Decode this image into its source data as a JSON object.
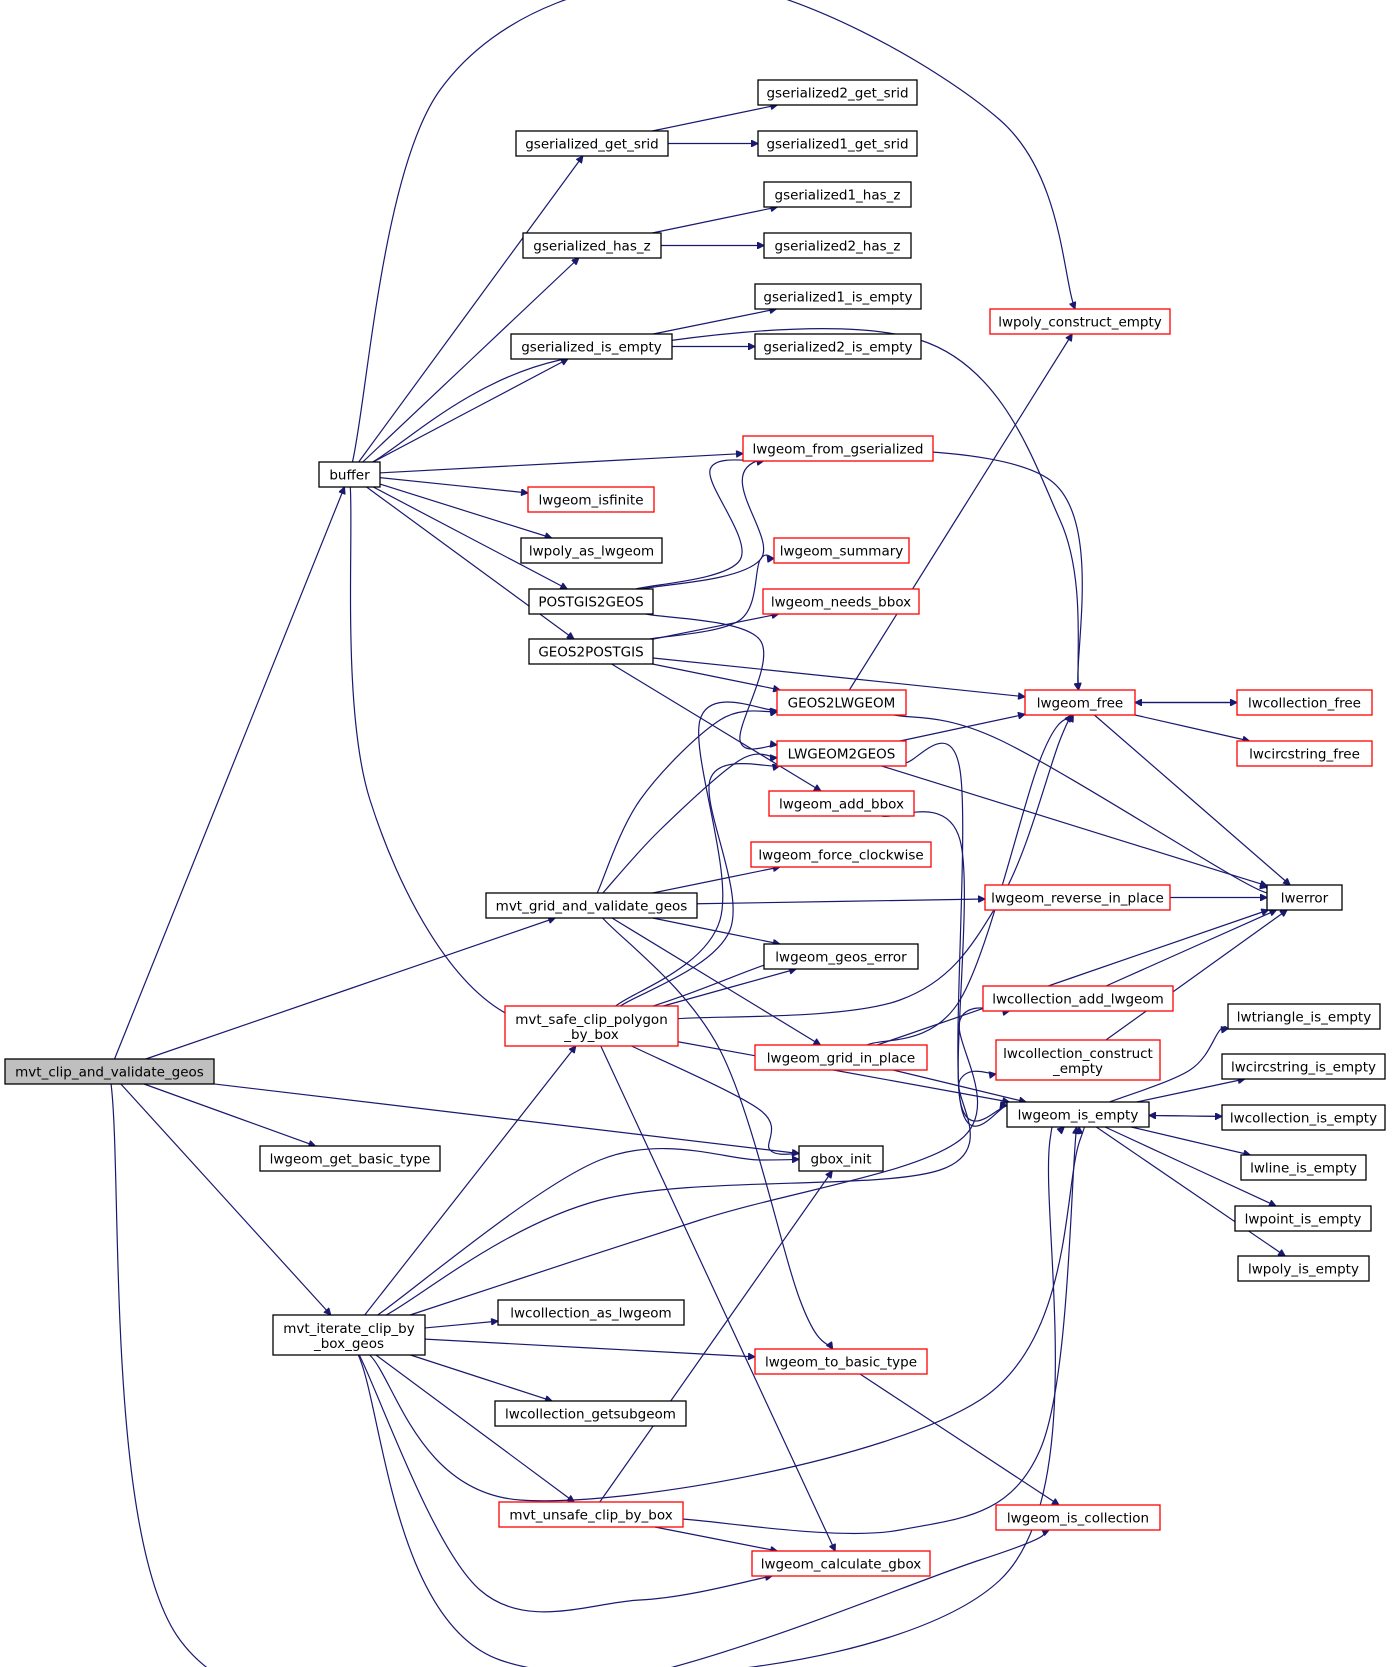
{
  "nodes": {
    "root": [
      "mvt_clip_and_validate_geos"
    ],
    "buffer": [
      "buffer"
    ],
    "mvt_grid_and_validate_geos": [
      "mvt_grid_and_validate_geos"
    ],
    "lwgeom_get_basic_type": [
      "lwgeom_get_basic_type"
    ],
    "mvt_iterate_clip_by_box_geos": [
      "mvt_iterate_clip_by",
      "_box_geos"
    ],
    "gserialized_get_srid": [
      "gserialized_get_srid"
    ],
    "gserialized_has_z": [
      "gserialized_has_z"
    ],
    "gserialized_is_empty": [
      "gserialized_is_empty"
    ],
    "lwpoly_as_lwgeom": [
      "lwpoly_as_lwgeom"
    ],
    "postgis2geos": [
      "POSTGIS2GEOS"
    ],
    "geos2postgis": [
      "GEOS2POSTGIS"
    ],
    "mvt_safe_clip_polygon_by_box": [
      "mvt_safe_clip_polygon",
      "_by_box"
    ],
    "lwcollection_as_lwgeom": [
      "lwcollection_as_lwgeom"
    ],
    "lwcollection_getsubgeom": [
      "lwcollection_getsubgeom"
    ],
    "mvt_unsafe_clip_by_box": [
      "mvt_unsafe_clip_by_box"
    ],
    "gserialized2_get_srid": [
      "gserialized2_get_srid"
    ],
    "gserialized1_get_srid": [
      "gserialized1_get_srid"
    ],
    "gserialized1_has_z": [
      "gserialized1_has_z"
    ],
    "gserialized2_has_z": [
      "gserialized2_has_z"
    ],
    "gserialized1_is_empty": [
      "gserialized1_is_empty"
    ],
    "gserialized2_is_empty": [
      "gserialized2_is_empty"
    ],
    "lwgeom_from_gserialized": [
      "lwgeom_from_gserialized"
    ],
    "lwgeom_isfinite": [
      "lwgeom_isfinite"
    ],
    "lwgeom_summary": [
      "lwgeom_summary"
    ],
    "lwgeom_needs_bbox": [
      "lwgeom_needs_bbox"
    ],
    "geos2lwgeom": [
      "GEOS2LWGEOM"
    ],
    "lwgeom2geos": [
      "LWGEOM2GEOS"
    ],
    "lwgeom_add_bbox": [
      "lwgeom_add_bbox"
    ],
    "lwgeom_force_clockwise": [
      "lwgeom_force_clockwise"
    ],
    "lwgeom_geos_error": [
      "lwgeom_geos_error"
    ],
    "lwgeom_grid_in_place": [
      "lwgeom_grid_in_place"
    ],
    "gbox_init": [
      "gbox_init"
    ],
    "lwgeom_to_basic_type": [
      "lwgeom_to_basic_type"
    ],
    "lwgeom_calculate_gbox": [
      "lwgeom_calculate_gbox"
    ],
    "lwpoly_construct_empty": [
      "lwpoly_construct_empty"
    ],
    "lwgeom_free": [
      "lwgeom_free"
    ],
    "lwgeom_reverse_in_place": [
      "lwgeom_reverse_in_place"
    ],
    "lwcollection_add_lwgeom": [
      "lwcollection_add_lwgeom"
    ],
    "lwcollection_construct_empty": [
      "lwcollection_construct",
      "_empty"
    ],
    "lwgeom_is_empty": [
      "lwgeom_is_empty"
    ],
    "lwgeom_is_collection": [
      "lwgeom_is_collection"
    ],
    "lwcollection_free": [
      "lwcollection_free"
    ],
    "lwcircstring_free": [
      "lwcircstring_free"
    ],
    "lwerror": [
      "lwerror"
    ],
    "lwtriangle_is_empty": [
      "lwtriangle_is_empty"
    ],
    "lwcircstring_is_empty": [
      "lwcircstring_is_empty"
    ],
    "lwcollection_is_empty": [
      "lwcollection_is_empty"
    ],
    "lwline_is_empty": [
      "lwline_is_empty"
    ],
    "lwpoint_is_empty": [
      "lwpoint_is_empty"
    ],
    "lwpoly_is_empty": [
      "lwpoly_is_empty"
    ]
  },
  "colors": {
    "edge": "#191970",
    "documented_border": "#000000",
    "undocumented_border": "#ff0000",
    "root_fill": "#bfbfbf"
  }
}
